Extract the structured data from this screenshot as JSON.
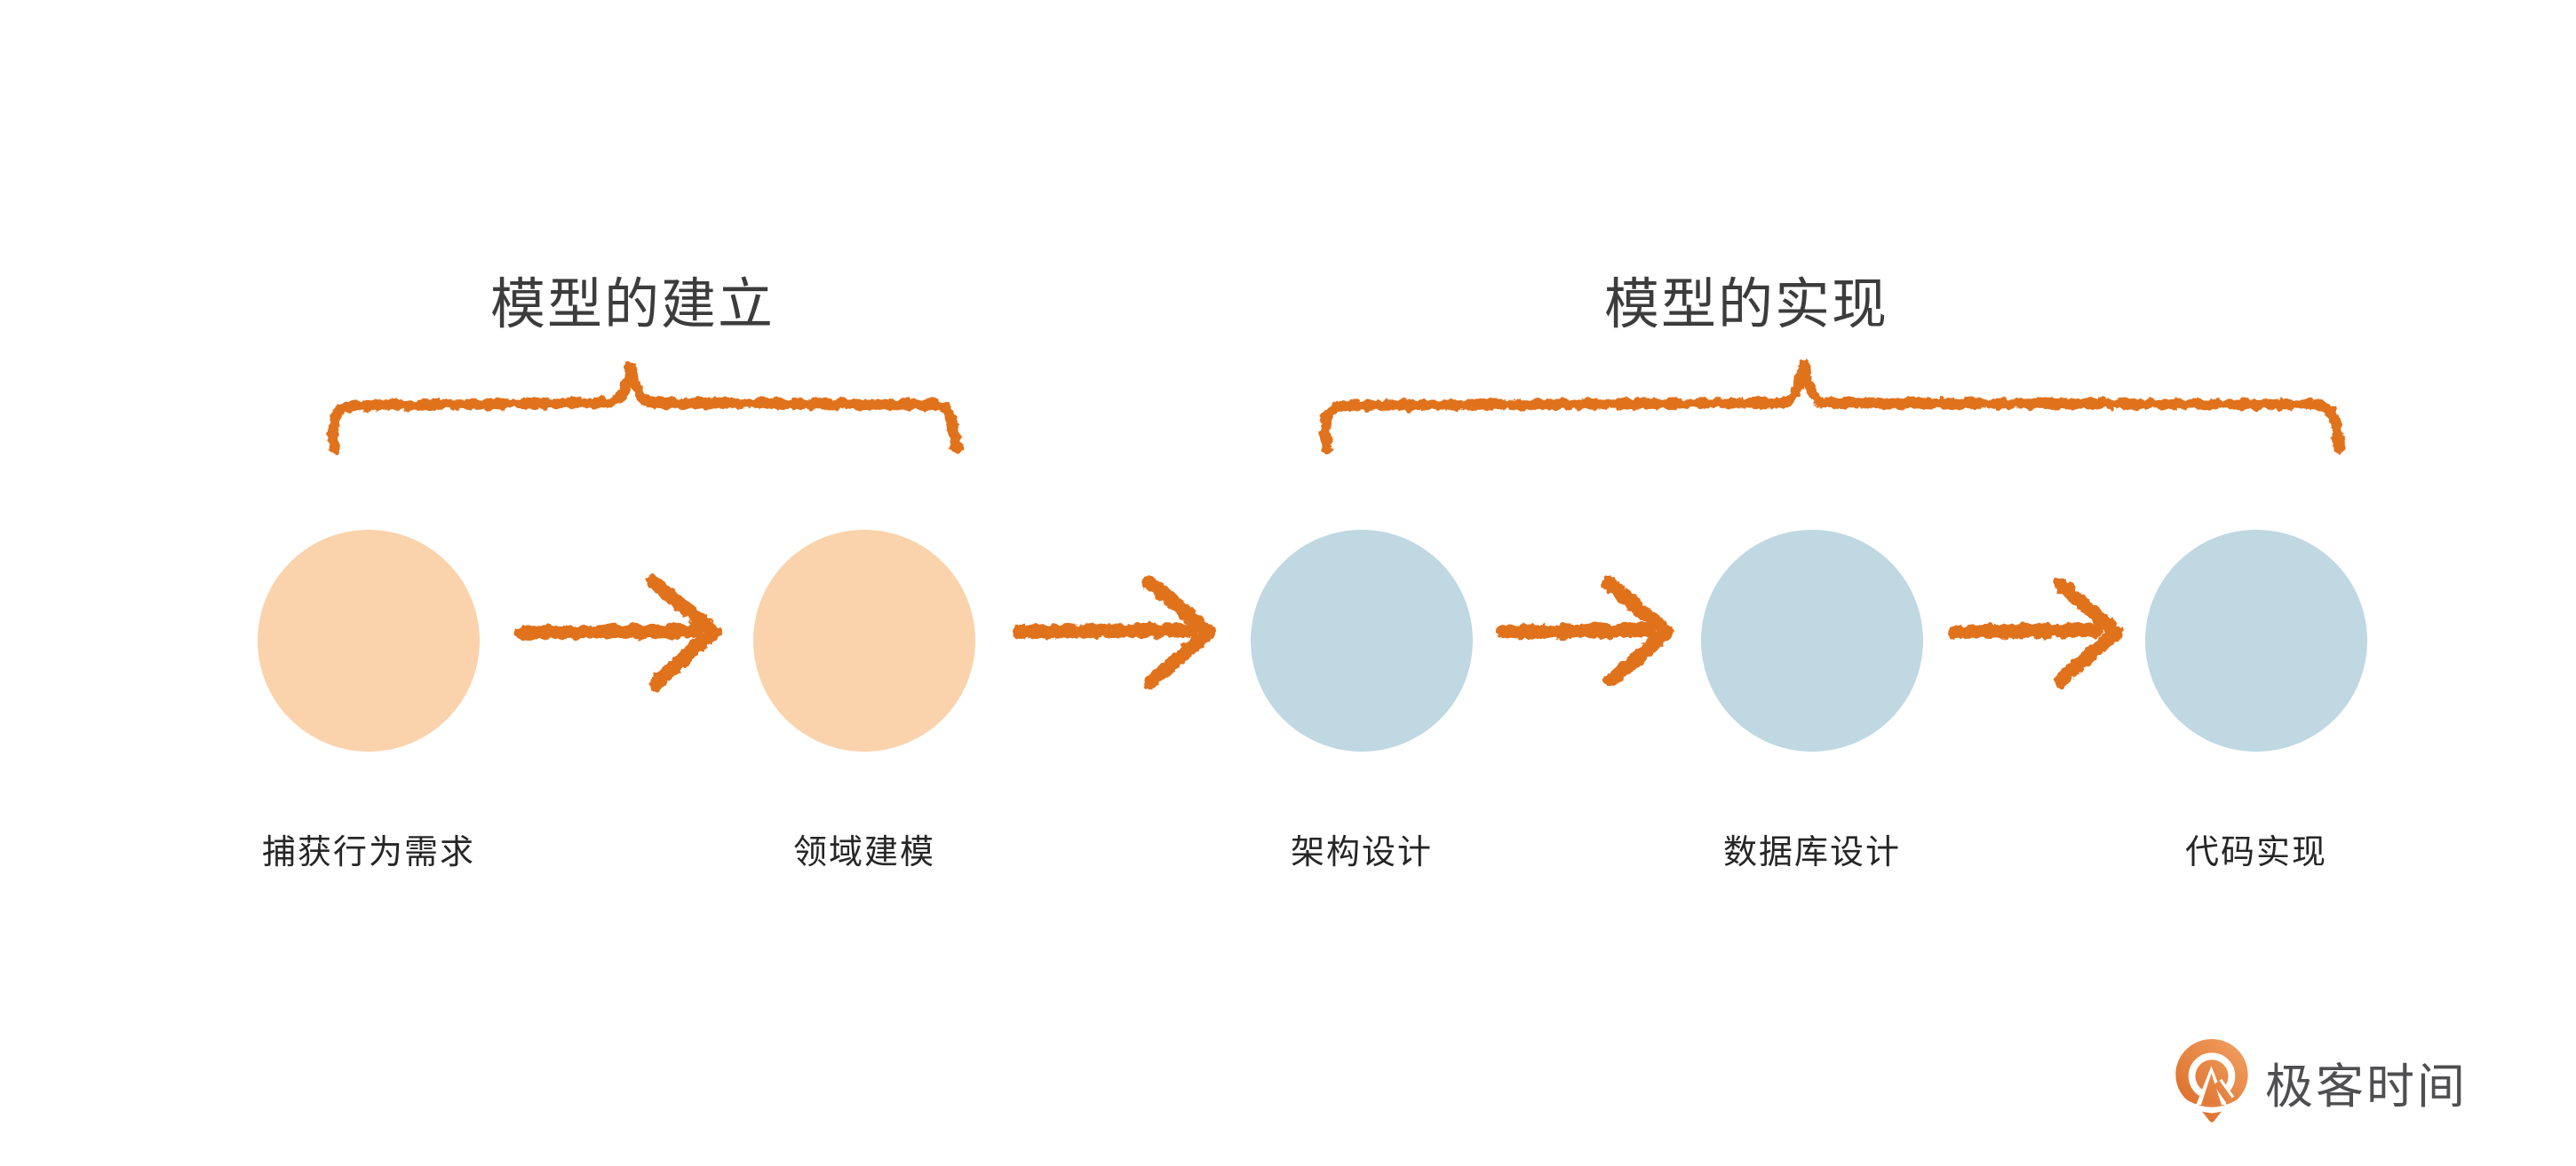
{
  "page": {
    "background": "#FFFFFF"
  },
  "colors": {
    "accent": "#E0721E",
    "building_fill": "#FAD3AC",
    "implementation_fill": "#BFD8E2",
    "title_text": "#3C3C3C",
    "label_text": "#262626",
    "logo_text_color": "#4F4F51",
    "logo_gradient_light": "#F2A365",
    "logo_gradient_dark": "#DB6A26"
  },
  "diagram": {
    "groups": [
      {
        "title": "模型的建立",
        "stage_count": 2
      },
      {
        "title": "模型的实现",
        "stage_count": 3
      }
    ],
    "stages": [
      {
        "label": "捕获行为需求",
        "group": "模型的建立",
        "color": "#FAD3AC"
      },
      {
        "label": "领域建模",
        "group": "模型的建立",
        "color": "#FAD3AC"
      },
      {
        "label": "架构设计",
        "group": "模型的实现",
        "color": "#BFD8E2"
      },
      {
        "label": "数据库设计",
        "group": "模型的实现",
        "color": "#BFD8E2"
      },
      {
        "label": "代码实现",
        "group": "模型的实现",
        "color": "#BFD8E2"
      }
    ]
  },
  "footer": {
    "logo_text": "极客时间"
  }
}
